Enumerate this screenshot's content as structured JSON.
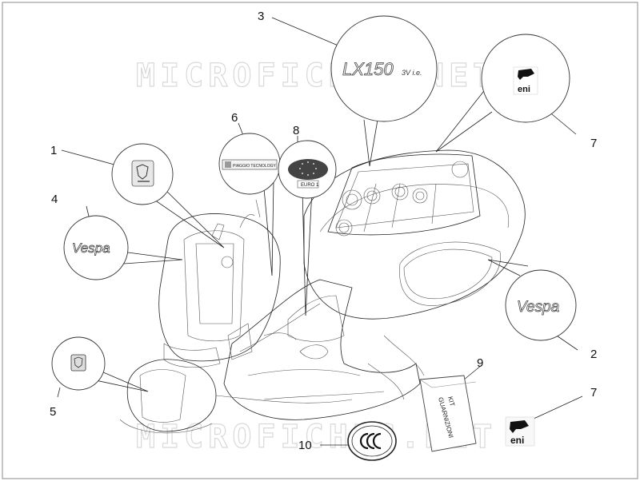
{
  "watermark": "MICROFICHES.NET",
  "callouts": [
    "1",
    "2",
    "3",
    "4",
    "5",
    "6",
    "7",
    "7",
    "8",
    "9",
    "10"
  ],
  "decals": {
    "model_badge": "LX150",
    "model_suffix": "3V i.e.",
    "brand_script": "Vespa",
    "eni_brand": "eni",
    "tech_plate": "PIAGGIO TECNOLOGY",
    "euro_label": "EURO 1",
    "kit_line1": "KIT",
    "kit_line2": "GUARNIZIONI"
  }
}
